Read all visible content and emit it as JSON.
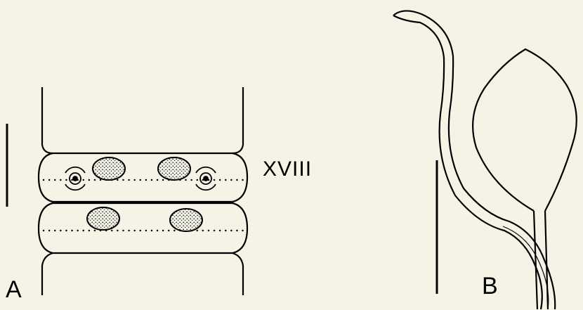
{
  "figure": {
    "panel_a_label": "A",
    "panel_b_label": "B",
    "segment_label": "XVIII"
  },
  "colors": {
    "background": "#f4f3e6",
    "ink": "#000000",
    "stipple_fill": "#d9d9cf"
  }
}
